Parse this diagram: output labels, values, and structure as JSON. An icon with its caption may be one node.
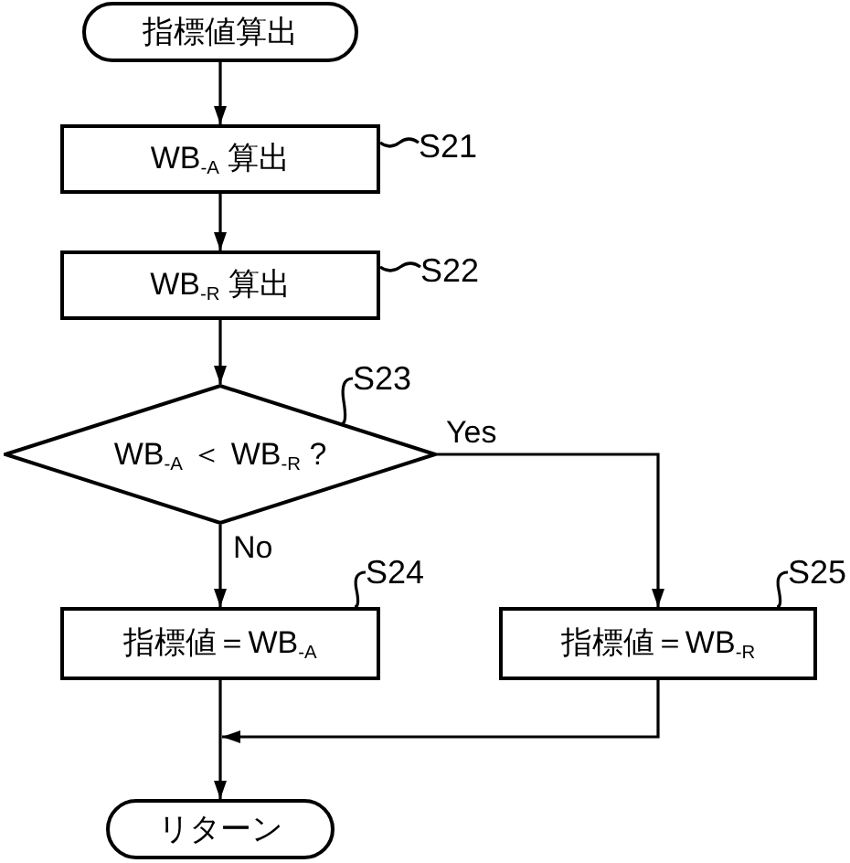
{
  "diagram": {
    "nodes": [
      {
        "text": [
          "指標値算出"
        ]
      },
      {
        "text": [
          "WB$_{-A}$ 算出"
        ]
      },
      {
        "text": [
          "S21"
        ]
      },
      {
        "text": [
          "WB$_{-R}$ 算出"
        ]
      },
      {
        "text": [
          "S22"
        ]
      },
      {
        "text": [
          "S23"
        ]
      },
      {
        "text": [
          "WB$_{-A}$ ＜ WB$_{-R}$ ?"
        ]
      },
      {
        "text": [
          "S24"
        ]
      },
      {
        "text": [
          "S25"
        ]
      },
      {
        "text": [
          "指標値＝WB$_{-A}$"
        ]
      },
      {
        "text": [
          "指標値＝WB$_{-R}$"
        ]
      },
      {
        "text": [
          "リターン"
        ]
      }
    ],
    "edges": [
      {
        "from": 0,
        "to": 1,
        "arrow": "to"
      },
      {
        "from": 1,
        "to": 3,
        "arrow": "to"
      },
      {
        "from": 3,
        "to": 6,
        "arrow": "to"
      },
      {
        "from": 6,
        "to": 9,
        "label": "No",
        "arrow": "to"
      },
      {
        "from": 6,
        "to": 10,
        "label": "Yes",
        "arrow": "to"
      },
      {
        "from": 9,
        "to": 11,
        "arrow": "to"
      },
      {
        "from": 10,
        "to": 11,
        "arrow": "to"
      },
      {
        "from": 2,
        "to": 1,
        "arrow": "none"
      },
      {
        "from": 4,
        "to": 3,
        "arrow": "none"
      },
      {
        "from": 5,
        "to": 6,
        "arrow": "none"
      },
      {
        "from": 7,
        "to": 9,
        "arrow": "none"
      },
      {
        "from": 8,
        "to": 10,
        "arrow": "none"
      }
    ]
  }
}
